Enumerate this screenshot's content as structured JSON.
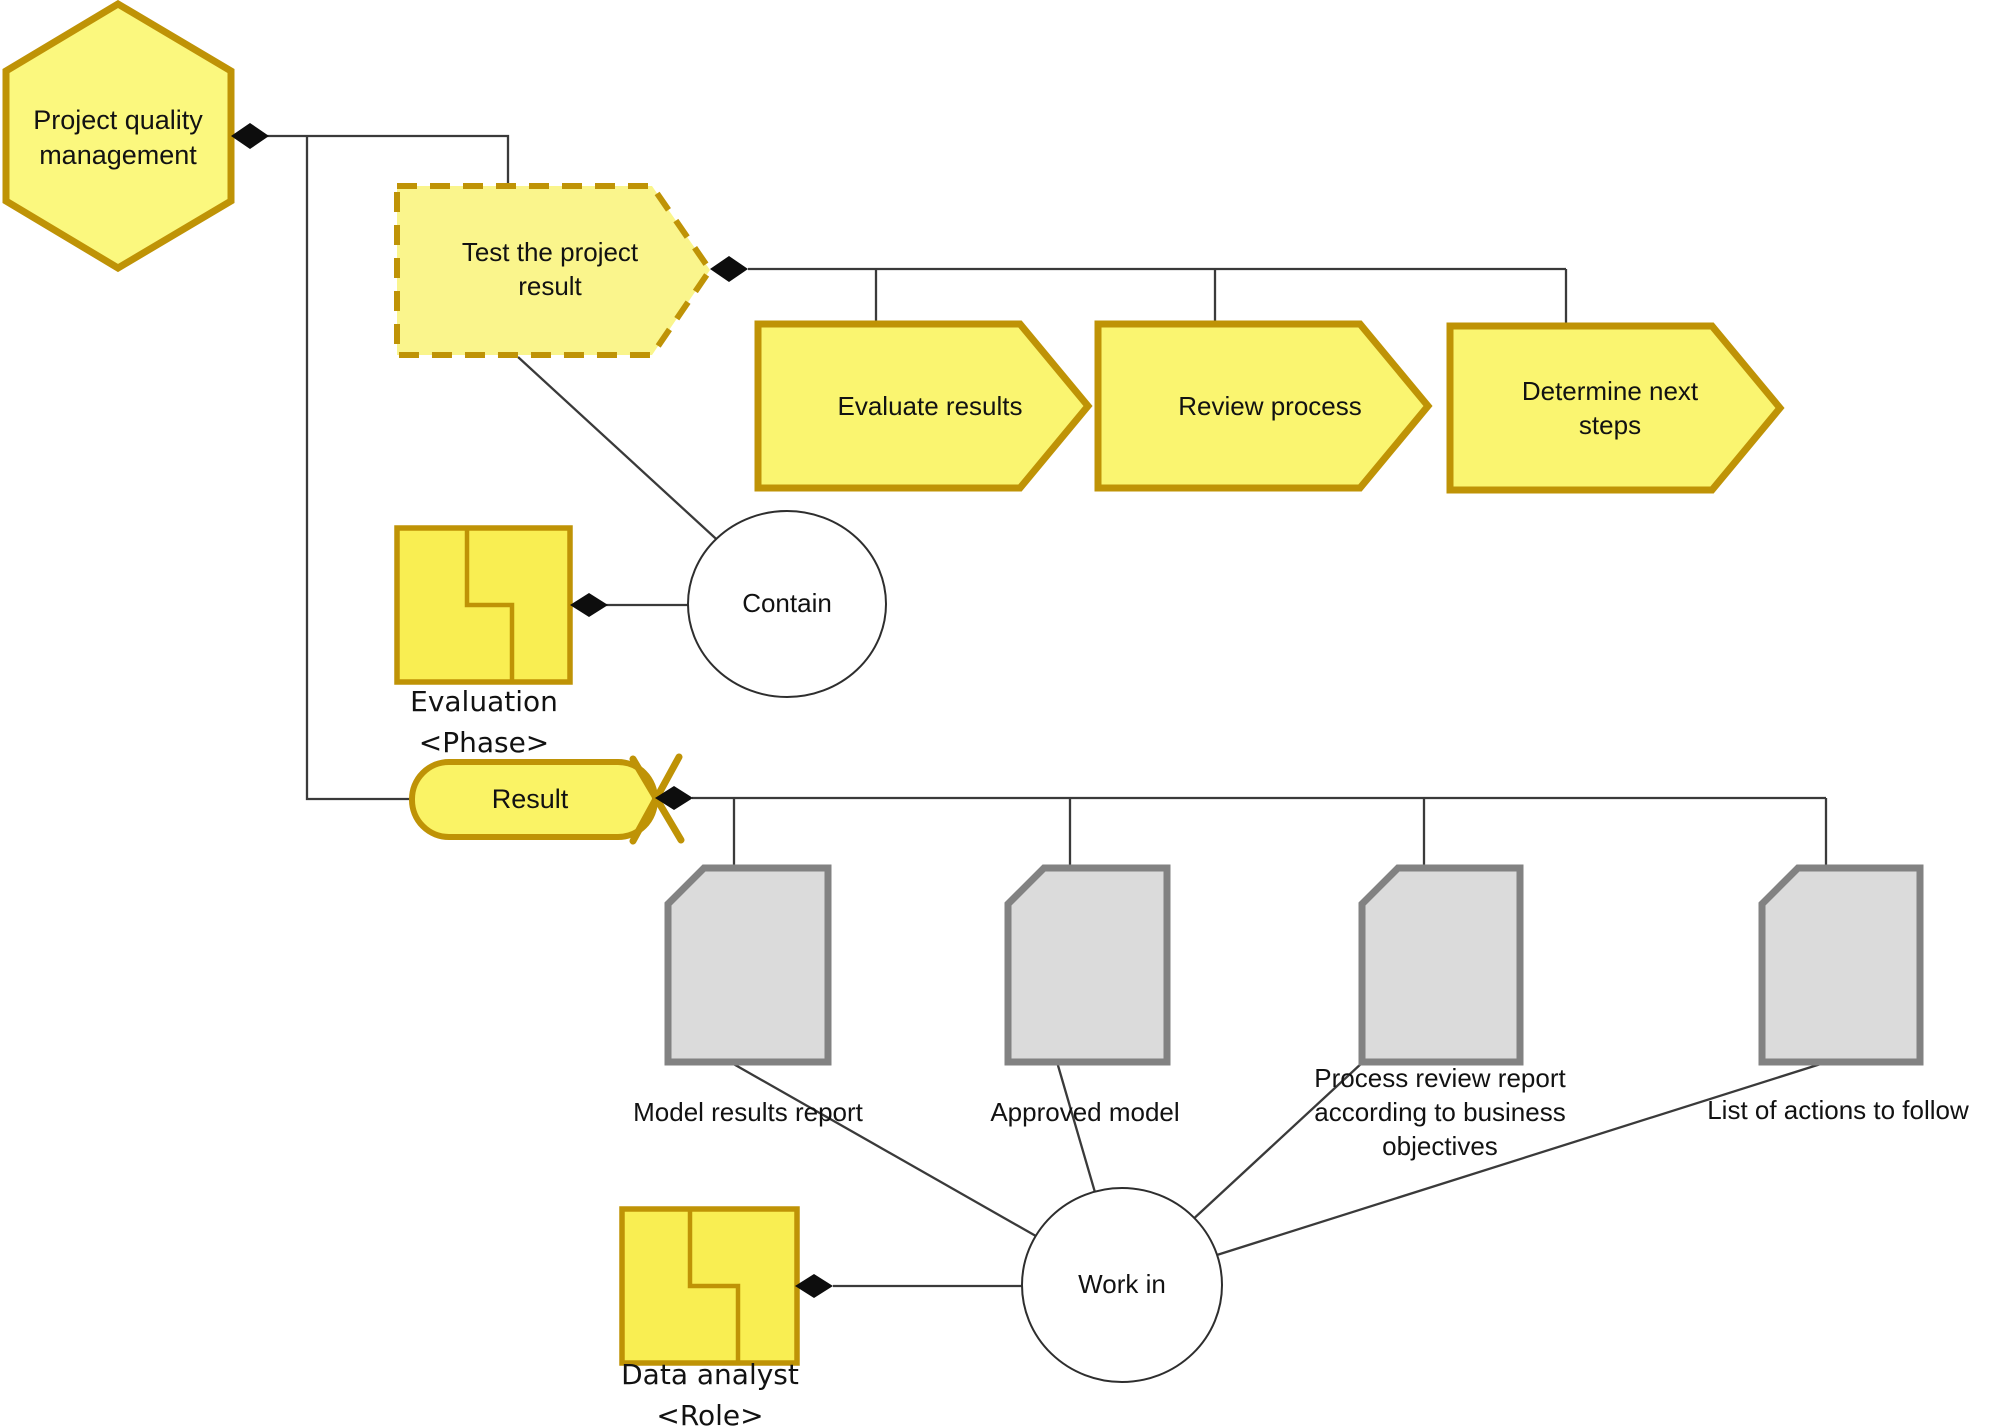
{
  "diagram": {
    "nodes": {
      "main_process": {
        "label": "Project quality\nmanagement"
      },
      "test_project_result": {
        "label": "Test the project\nresult"
      },
      "evaluate_results": {
        "label": "Evaluate results"
      },
      "review_process": {
        "label": "Review process"
      },
      "determine_next_steps": {
        "label": "Determine next\nsteps"
      },
      "evaluation_phase": {
        "label": "Evaluation\n<Phase>"
      },
      "result": {
        "label": "Result"
      },
      "data_analyst_role": {
        "label": "Data analyst\n<Role>"
      },
      "documents": [
        {
          "label": "Model results report"
        },
        {
          "label": "Approved model"
        },
        {
          "label": "Process review report\naccording to business\nobjectives"
        },
        {
          "label": "List of actions to follow"
        }
      ]
    },
    "relations": {
      "contain": {
        "label": "Contain"
      },
      "work_in": {
        "label": "Work in"
      }
    },
    "colors": {
      "node_yellow": "#FAF570",
      "pale_yellow": "#FBF87E",
      "dashed_yellow": "#FAF58C",
      "strong_yellow": "#F9EE52",
      "pill_yellow": "#FAF365",
      "gold_border": "#BF9306",
      "document_fill": "#DBDBDB",
      "document_border": "#828282",
      "connector_line": "#3A3A3A",
      "diamond_black": "#0D0D0D"
    }
  }
}
